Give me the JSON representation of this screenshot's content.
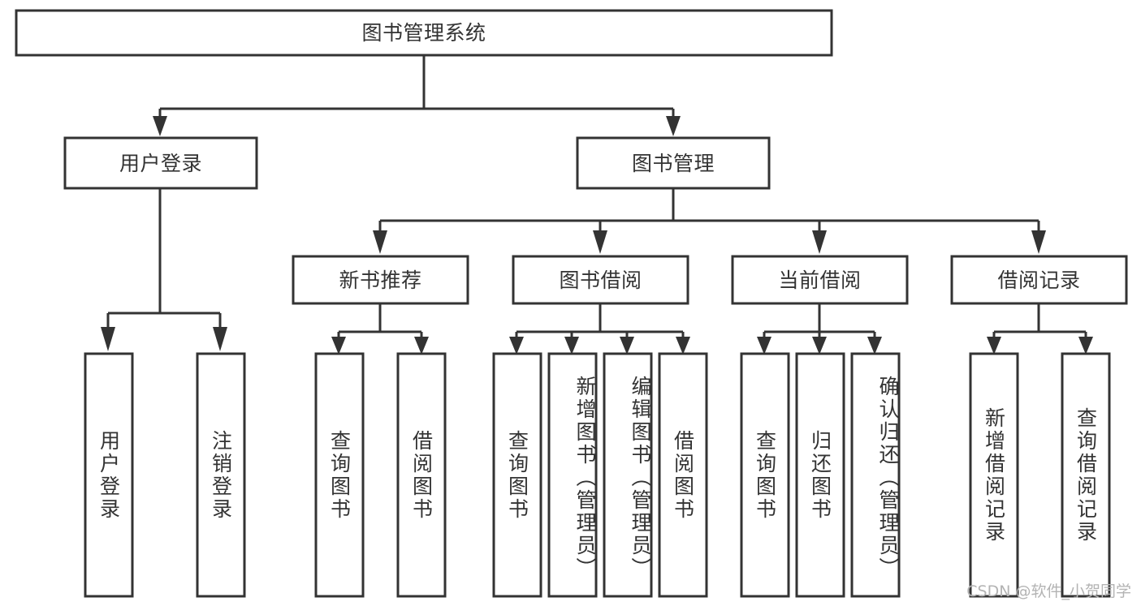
{
  "diagram": {
    "title": "图书管理系统",
    "type": "tree-hierarchy-chart",
    "root": {
      "label": "图书管理系统"
    },
    "level2": [
      {
        "label": "用户登录"
      },
      {
        "label": "图书管理"
      }
    ],
    "level3": [
      {
        "label": "新书推荐"
      },
      {
        "label": "图书借阅"
      },
      {
        "label": "当前借阅"
      },
      {
        "label": "借阅记录"
      }
    ],
    "leaves": {
      "user_login": [
        {
          "label": "用户登录"
        },
        {
          "label": "注销登录"
        }
      ],
      "new_book_recommend": [
        {
          "label": "查询图书"
        },
        {
          "label": "借阅图书"
        }
      ],
      "book_borrow": [
        {
          "label": "查询图书"
        },
        {
          "label": "新增图书（管理员）"
        },
        {
          "label": "编辑图书（管理员）"
        },
        {
          "label": "借阅图书"
        }
      ],
      "current_borrow": [
        {
          "label": "查询图书"
        },
        {
          "label": "归还图书"
        },
        {
          "label": "确认归还（管理员）"
        }
      ],
      "borrow_records": [
        {
          "label": "新增借阅记录"
        },
        {
          "label": "查询借阅记录"
        }
      ]
    },
    "watermark": "CSDN @软件_小贺同学",
    "colors": {
      "stroke": "#333333",
      "fill": "#ffffff",
      "text": "#333333",
      "watermark": "#b3b3b3"
    }
  }
}
